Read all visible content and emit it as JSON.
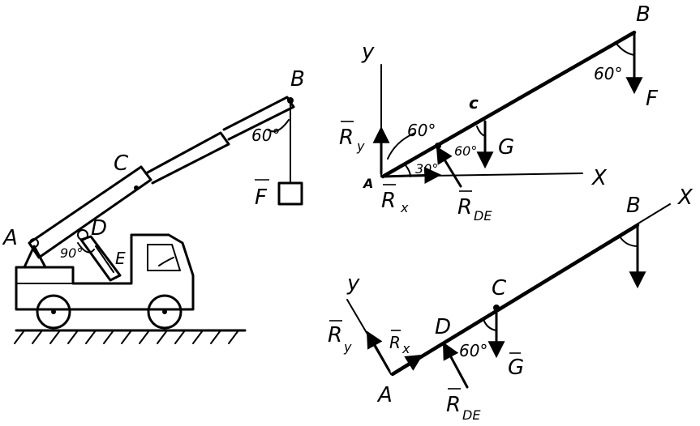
{
  "labels": {
    "crane": {
      "A": "A",
      "B": "B",
      "C": "C",
      "D": "D",
      "E": "E",
      "F": "F",
      "angle_B": "60°",
      "angle_D": "90°"
    },
    "diagram1": {
      "y": "y",
      "x": "X",
      "A": "A",
      "B": "B",
      "C": "c",
      "F": "F",
      "G": "G",
      "Ry": "R",
      "Ry_sub": "y",
      "Rx": "R",
      "Rx_sub": "x",
      "RDE": "R",
      "RDE_sub": "DE",
      "angle_A_60": "60°",
      "angle_A_30": "30°",
      "angle_C": "60°",
      "angle_B": "60°"
    },
    "diagram2": {
      "y": "y",
      "x": "X",
      "A": "A",
      "B": "B",
      "C": "C",
      "D": "D",
      "G": "G",
      "Ry": "R",
      "Ry_sub": "y",
      "Rx": "R",
      "Rx_sub": "x",
      "RDE": "R",
      "RDE_sub": "DE",
      "angle_C": "60°"
    }
  }
}
